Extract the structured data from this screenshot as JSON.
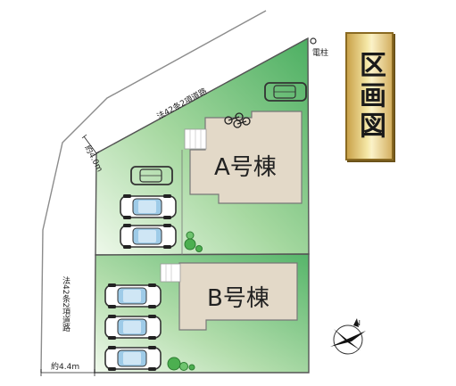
{
  "title": "区画図",
  "road_north_label": "法42条2項道路",
  "road_north_width": "約4.0m",
  "road_west_label": "法42条2項道路",
  "road_west_width": "約4.4m",
  "utility_pole_label": "電柱",
  "lot_a_label": "A号棟",
  "lot_b_label": "B号棟",
  "colors": {
    "lot_green": "#4caf62",
    "lot_light": "#dff0d8",
    "building": "#e3d9c8",
    "outline": "#555555"
  },
  "icons": [
    "car-icon",
    "tree-icon",
    "bicycle-icon",
    "compass-icon",
    "utility-pole-icon"
  ]
}
